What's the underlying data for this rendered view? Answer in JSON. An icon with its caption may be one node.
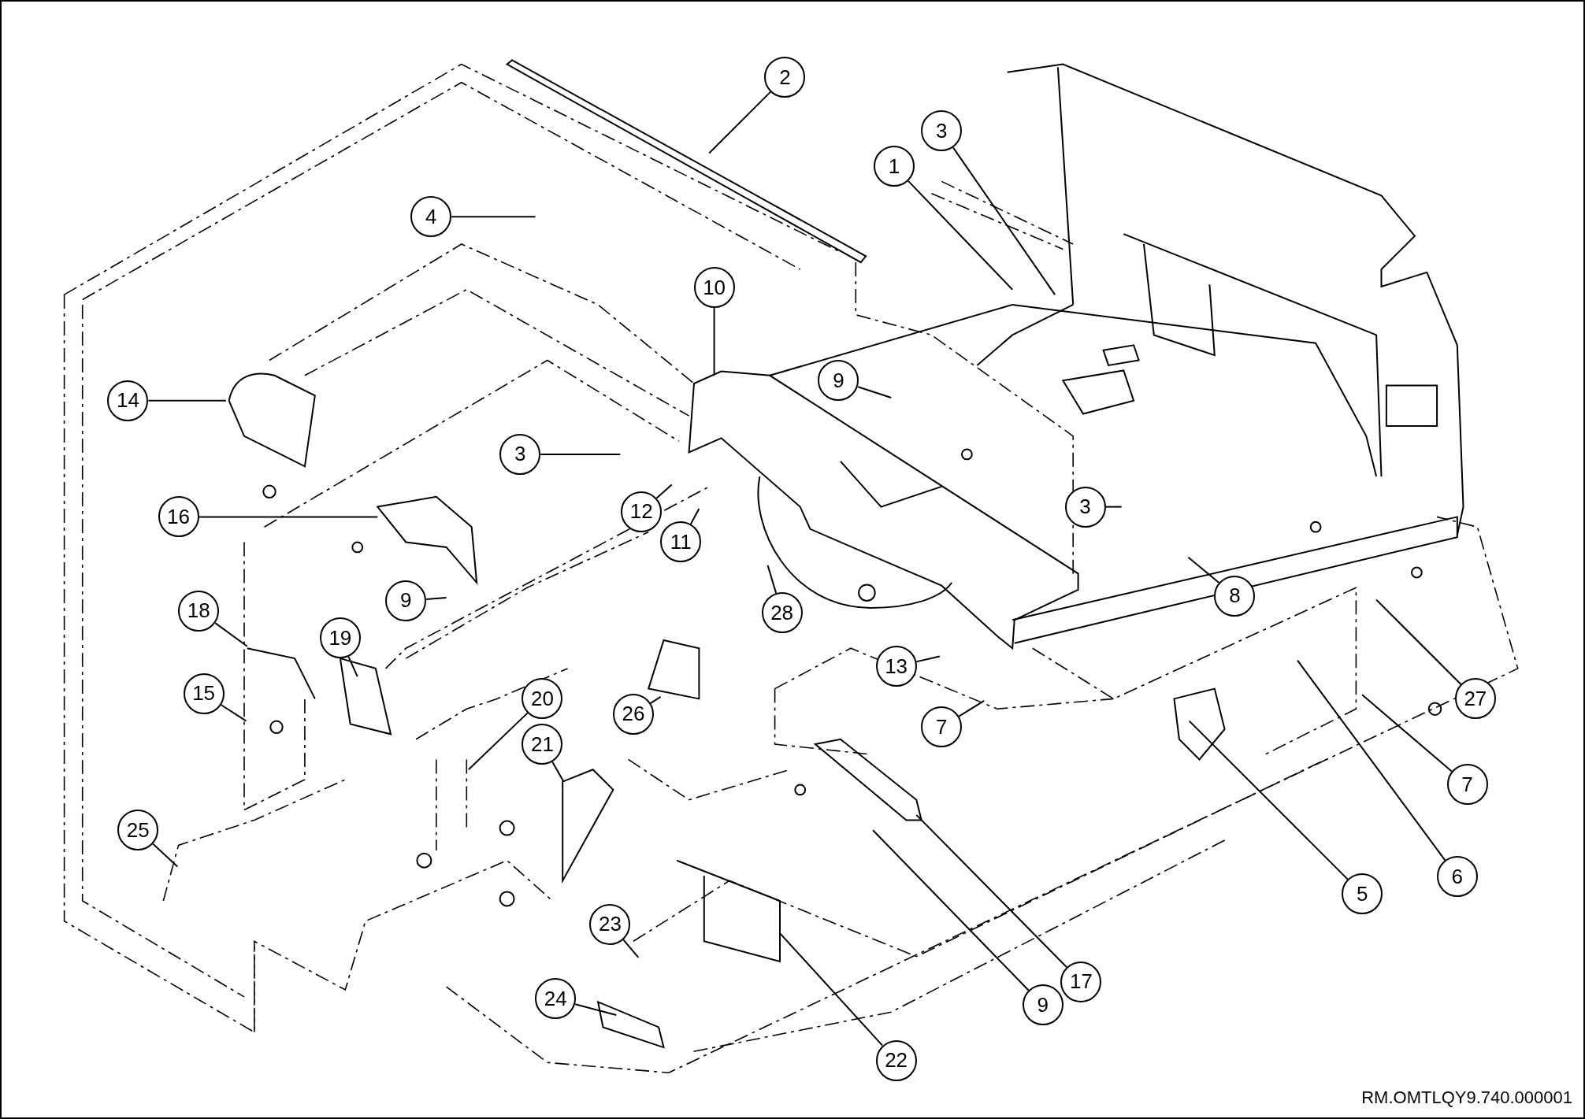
{
  "diagram": {
    "nodes": [
      {
        "text": [
          "1"
        ]
      },
      {
        "text": [
          "2"
        ]
      },
      {
        "text": [
          "3"
        ]
      },
      {
        "text": [
          "4"
        ]
      },
      {
        "text": [
          "10"
        ]
      },
      {
        "text": [
          "14"
        ]
      },
      {
        "text": [
          "9"
        ]
      },
      {
        "text": [
          "3"
        ]
      },
      {
        "text": [
          "12"
        ]
      },
      {
        "text": [
          "11"
        ]
      },
      {
        "text": [
          "16"
        ]
      },
      {
        "text": [
          "3"
        ]
      },
      {
        "text": [
          "28"
        ]
      },
      {
        "text": [
          "8"
        ]
      },
      {
        "text": [
          "18"
        ]
      },
      {
        "text": [
          "19"
        ]
      },
      {
        "text": [
          "9"
        ]
      },
      {
        "text": [
          "15"
        ]
      },
      {
        "text": [
          "20"
        ]
      },
      {
        "text": [
          "13"
        ]
      },
      {
        "text": [
          "26"
        ]
      },
      {
        "text": [
          "7"
        ]
      },
      {
        "text": [
          "21"
        ]
      },
      {
        "text": [
          "27"
        ]
      },
      {
        "text": [
          "5"
        ]
      },
      {
        "text": [
          "6"
        ]
      },
      {
        "text": [
          "7"
        ]
      },
      {
        "text": [
          "25"
        ]
      },
      {
        "text": [
          "17"
        ]
      },
      {
        "text": [
          "9"
        ]
      },
      {
        "text": [
          "23"
        ]
      },
      {
        "text": [
          "24"
        ]
      },
      {
        "text": [
          "22"
        ]
      }
    ],
    "edges": [
      {
        "from": 0,
        "to": null,
        "arrow": "none"
      },
      {
        "from": 1,
        "to": null,
        "arrow": "none"
      },
      {
        "from": 2,
        "to": null,
        "arrow": "none"
      },
      {
        "from": 3,
        "to": null,
        "arrow": "none"
      },
      {
        "from": 4,
        "to": null,
        "arrow": "none"
      },
      {
        "from": 5,
        "to": null,
        "arrow": "none"
      },
      {
        "from": 6,
        "to": null,
        "arrow": "none"
      },
      {
        "from": 7,
        "to": null,
        "arrow": "none"
      },
      {
        "from": 8,
        "to": null,
        "arrow": "none"
      },
      {
        "from": 9,
        "to": null,
        "arrow": "none"
      },
      {
        "from": 10,
        "to": null,
        "arrow": "none"
      },
      {
        "from": 11,
        "to": null,
        "arrow": "none"
      },
      {
        "from": 12,
        "to": null,
        "arrow": "none"
      },
      {
        "from": 13,
        "to": null,
        "arrow": "none"
      },
      {
        "from": 14,
        "to": null,
        "arrow": "none"
      },
      {
        "from": 15,
        "to": null,
        "arrow": "none"
      },
      {
        "from": 16,
        "to": null,
        "arrow": "none"
      },
      {
        "from": 17,
        "to": null,
        "arrow": "none"
      },
      {
        "from": 18,
        "to": null,
        "arrow": "none"
      },
      {
        "from": 19,
        "to": null,
        "arrow": "none"
      },
      {
        "from": 20,
        "to": null,
        "arrow": "none"
      },
      {
        "from": 21,
        "to": null,
        "arrow": "none"
      },
      {
        "from": 22,
        "to": null,
        "arrow": "none"
      },
      {
        "from": 23,
        "to": null,
        "arrow": "none"
      },
      {
        "from": 24,
        "to": null,
        "arrow": "none"
      },
      {
        "from": 25,
        "to": null,
        "arrow": "none"
      },
      {
        "from": 26,
        "to": null,
        "arrow": "none"
      },
      {
        "from": 27,
        "to": null,
        "arrow": "none"
      },
      {
        "from": 28,
        "to": null,
        "arrow": "none"
      },
      {
        "from": 29,
        "to": null,
        "arrow": "none"
      },
      {
        "from": 30,
        "to": null,
        "arrow": "none"
      },
      {
        "from": 31,
        "to": null,
        "arrow": "none"
      },
      {
        "from": 32,
        "to": null,
        "arrow": "none"
      }
    ],
    "labels": [
      "RM.OMTLQY9.740.000001"
    ]
  }
}
